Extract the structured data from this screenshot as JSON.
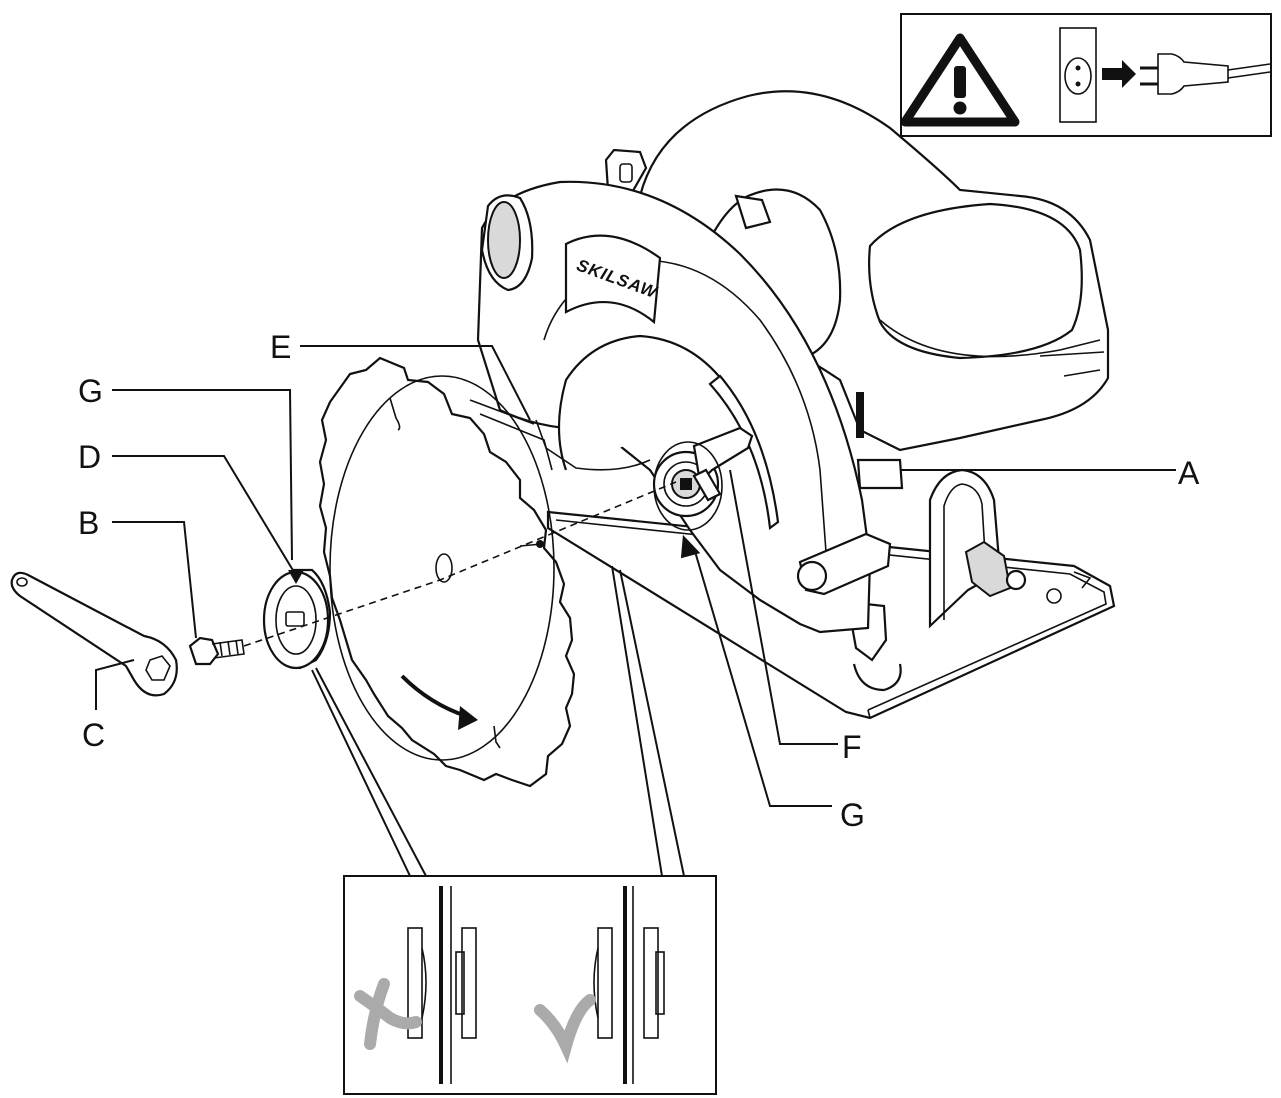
{
  "brand_logo": "SKILSAW",
  "labels": {
    "a": "A",
    "b": "B",
    "c": "C",
    "d": "D",
    "e": "E",
    "f": "F",
    "g_left": "G",
    "g_right": "G"
  },
  "icons": {
    "warning": "warning-triangle-icon",
    "unplug": "unplug-from-socket-icon",
    "wrong": "cross-mark-icon",
    "right": "check-mark-icon"
  },
  "colors": {
    "line": "#111111",
    "fill": "#ffffff",
    "mark_grey": "#aaaaaa"
  }
}
